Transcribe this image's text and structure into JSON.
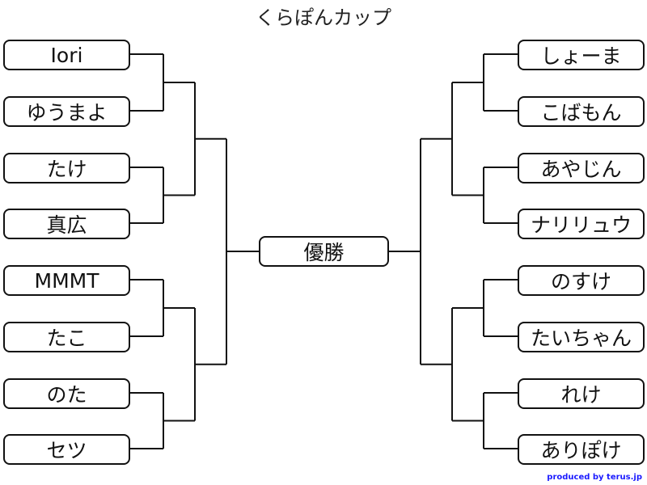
{
  "title": "くらぽんカップ",
  "left_players": [
    "Iori",
    "ゆうまよ",
    "たけ",
    "真広",
    "MMMT",
    "たこ",
    "のた",
    "セツ"
  ],
  "right_players": [
    "しょーま",
    "こばもん",
    "あやじん",
    "ナリリュウ",
    "のすけ",
    "たいちゃん",
    "れけ",
    "ありぽけ"
  ],
  "winner_label": "優勝",
  "credit": "produced by terus.jp"
}
